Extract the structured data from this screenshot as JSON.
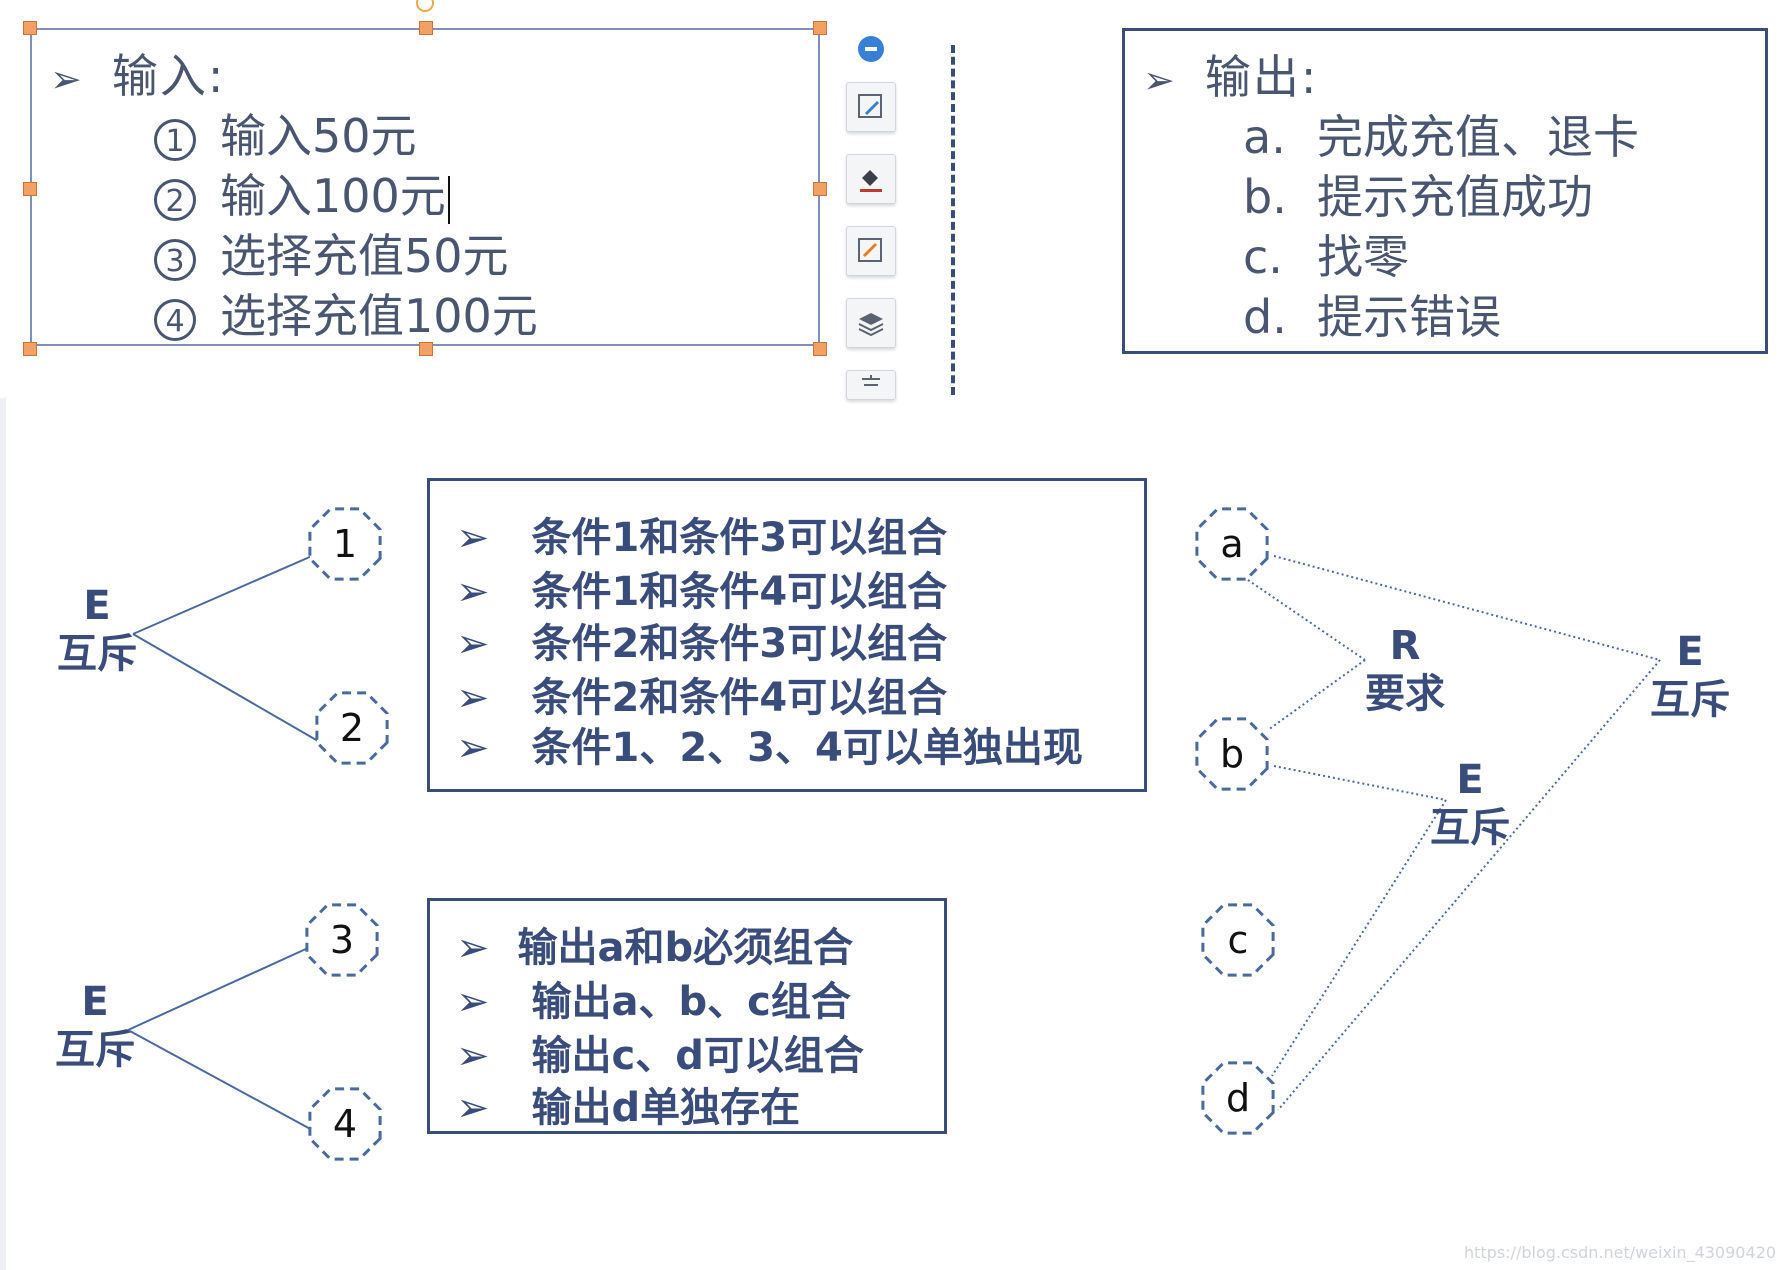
{
  "input": {
    "heading": "输入:",
    "items": [
      {
        "num": "1",
        "text": "输入50元"
      },
      {
        "num": "2",
        "text": "输入100元"
      },
      {
        "num": "3",
        "text": "选择充值50元"
      },
      {
        "num": "4",
        "text": "选择充值100元"
      }
    ]
  },
  "output": {
    "heading": "输出:",
    "items": [
      {
        "letter": "a.",
        "text": "完成充值、退卡"
      },
      {
        "letter": "b.",
        "text": "提示充值成功"
      },
      {
        "letter": "c.",
        "text": "找零"
      },
      {
        "letter": "d.",
        "text": "提示错误"
      }
    ]
  },
  "toolbar": {
    "icons": [
      "minus-icon",
      "edit-shape-icon",
      "fill-color-icon",
      "line-color-icon",
      "layers-icon",
      "text-icon"
    ]
  },
  "diagram": {
    "left_top": {
      "e": "E",
      "label": "互斥",
      "nodes": [
        "1",
        "2"
      ]
    },
    "left_bottom": {
      "e": "E",
      "label": "互斥",
      "nodes": [
        "3",
        "4"
      ]
    },
    "conditions": [
      "条件1和条件3可以组合",
      "条件1和条件4可以组合",
      "条件2和条件3可以组合",
      "条件2和条件4可以组合",
      "条件1、2、3、4可以单独出现"
    ],
    "outputs": [
      "输出a和b必须组合",
      "输出a、b、c组合",
      "输出c、d可以组合",
      "输出d单独存在"
    ],
    "right_nodes": [
      "a",
      "b",
      "c",
      "d"
    ],
    "r_label": {
      "r": "R",
      "text": "要求"
    },
    "e_mid": {
      "e": "E",
      "text": "互斥"
    },
    "e_right": {
      "e": "E",
      "text": "互斥"
    }
  },
  "arrow_glyph": "➢",
  "watermark": "https://blog.csdn.net/weixin_43090420"
}
